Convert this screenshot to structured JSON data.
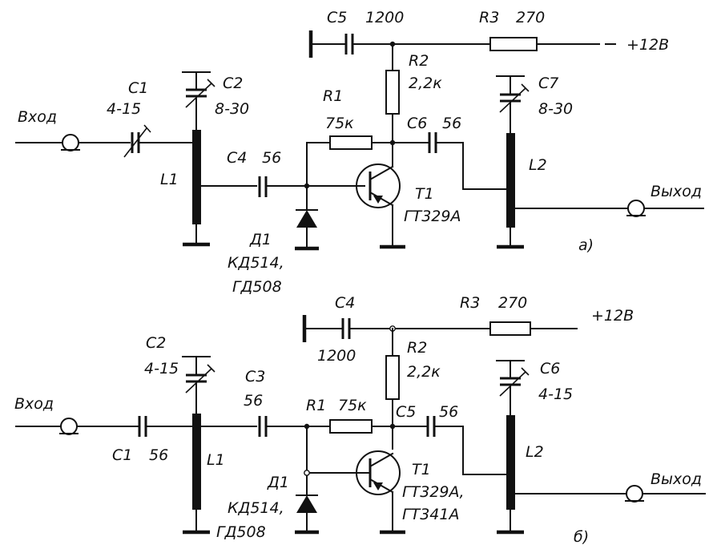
{
  "circuit_a": {
    "input": "Вход",
    "output": "Выход",
    "c1": {
      "name": "C1",
      "value": "4-15"
    },
    "c2": {
      "name": "C2",
      "value": "8-30"
    },
    "l1": "L1",
    "c4": {
      "name": "C4",
      "value": "56"
    },
    "d1": {
      "name": "Д1",
      "type1": "КД514,",
      "type2": "ГД508"
    },
    "r1": {
      "name": "R1",
      "value": "75к"
    },
    "c5": {
      "name": "C5",
      "value": "1200"
    },
    "r2": {
      "name": "R2",
      "value": "2,2к"
    },
    "r3": {
      "name": "R3",
      "value": "270"
    },
    "supply": "+12В",
    "c6": {
      "name": "C6",
      "value": "56"
    },
    "t1": {
      "name": "T1",
      "type1": "ГТ329А"
    },
    "c7": {
      "name": "C7",
      "value": "8-30"
    },
    "l2": "L2",
    "caption": "а)"
  },
  "circuit_b": {
    "input": "Вход",
    "output": "Выход",
    "c1": {
      "name": "C1",
      "value": "56"
    },
    "c2": {
      "name": "C2",
      "value": "4-15"
    },
    "l1": "L1",
    "c3": {
      "name": "C3",
      "value": "56"
    },
    "d1": {
      "name": "Д1",
      "type1": "КД514,",
      "type2": "ГД508"
    },
    "r1": {
      "name": "R1",
      "value": "75к"
    },
    "c4": {
      "name": "C4",
      "value": "1200"
    },
    "r2": {
      "name": "R2",
      "value": "2,2к"
    },
    "r3": {
      "name": "R3",
      "value": "270"
    },
    "supply": "+12В",
    "c5": {
      "name": "C5",
      "value": "56"
    },
    "t1": {
      "name": "T1",
      "type1": "ГТ329А,",
      "type2": "ГТ341А"
    },
    "c6": {
      "name": "C6",
      "value": "4-15"
    },
    "l2": "L2",
    "caption": "б)"
  }
}
